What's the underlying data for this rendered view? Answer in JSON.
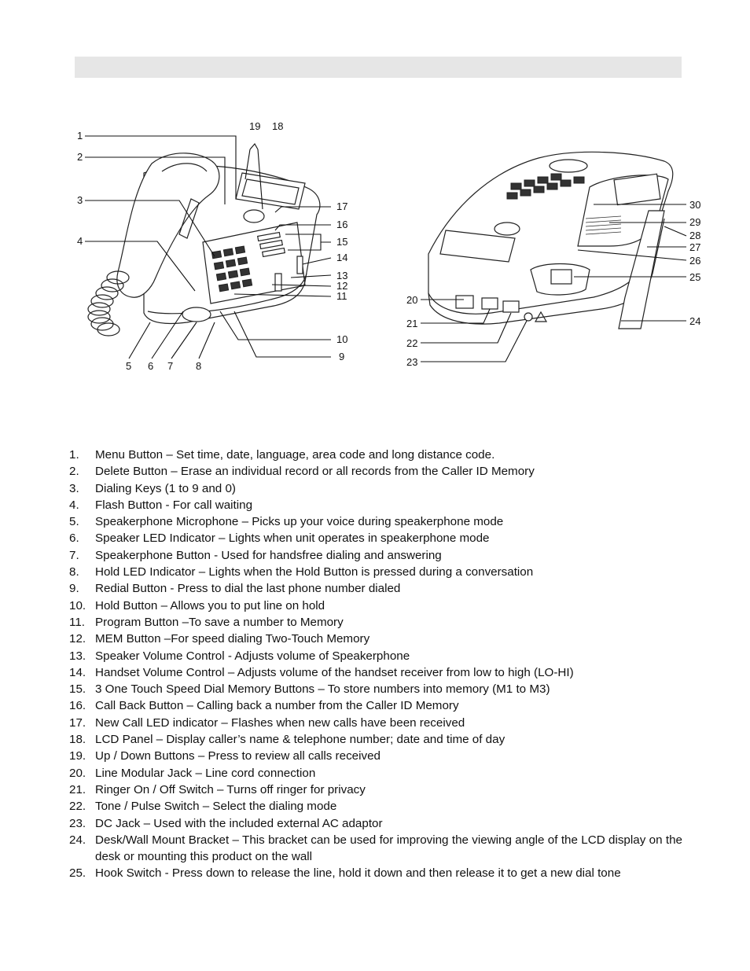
{
  "header": {
    "title": ""
  },
  "figures": {
    "front": {
      "labels": [
        "1",
        "2",
        "3",
        "4",
        "5",
        "6",
        "7",
        "8",
        "9",
        "10",
        "11",
        "12",
        "13",
        "14",
        "15",
        "16",
        "17",
        "18",
        "19"
      ]
    },
    "back": {
      "labels": [
        "20",
        "21",
        "22",
        "23",
        "24",
        "25",
        "26",
        "27",
        "28",
        "29",
        "30"
      ]
    }
  },
  "legend": [
    {
      "num": "1.",
      "text": "Menu Button – Set time, date, language, area code and long distance code."
    },
    {
      "num": "2.",
      "text": "Delete Button – Erase an individual record or all records from the Caller ID Memory"
    },
    {
      "num": "3.",
      "text": "Dialing Keys (1 to 9 and 0)"
    },
    {
      "num": "4.",
      "text": "Flash Button - For call waiting"
    },
    {
      "num": "5.",
      "text": "Speakerphone Microphone – Picks up your voice during speakerphone mode"
    },
    {
      "num": "6.",
      "text": "Speaker LED Indicator – Lights when unit operates in speakerphone mode"
    },
    {
      "num": "7.",
      "text": "Speakerphone Button - Used for handsfree dialing and answering"
    },
    {
      "num": "8.",
      "text": "Hold LED Indicator – Lights when the Hold Button is pressed during a conversation"
    },
    {
      "num": "9.",
      "text": "Redial Button - Press to dial the last phone number dialed"
    },
    {
      "num": "10.",
      "text": "Hold Button – Allows you to put line on hold"
    },
    {
      "num": "11.",
      "text": "Program Button –To save a number to Memory"
    },
    {
      "num": "12.",
      "text": "MEM Button –For speed dialing Two-Touch Memory"
    },
    {
      "num": "13.",
      "text": "Speaker Volume Control - Adjusts volume of Speakerphone"
    },
    {
      "num": "14.",
      "text": "Handset Volume Control – Adjusts volume of the handset receiver from low to high (LO-HI)"
    },
    {
      "num": "15.",
      "text": "3 One Touch Speed Dial Memory Buttons – To store numbers into memory (M1 to M3)"
    },
    {
      "num": "16.",
      "text": "Call Back Button – Calling back a number from the Caller ID Memory"
    },
    {
      "num": "17.",
      "text": "New Call LED indicator – Flashes when new calls have been received"
    },
    {
      "num": "18.",
      "text": "LCD Panel – Display caller’s name & telephone number; date and time of day"
    },
    {
      "num": "19.",
      "text": "Up / Down Buttons – Press to review all calls received"
    },
    {
      "num": "20.",
      "text": "Line Modular Jack – Line cord connection"
    },
    {
      "num": "21.",
      "text": "Ringer On / Off Switch – Turns off ringer for privacy"
    },
    {
      "num": "22.",
      "text": "Tone / Pulse Switch – Select the dialing mode"
    },
    {
      "num": "23.",
      "text": "DC Jack – Used with the included external AC adaptor"
    },
    {
      "num": "24.",
      "text": "Desk/Wall Mount Bracket – This bracket can be used for improving the viewing angle of the LCD display on the desk or mounting this product on the wall"
    },
    {
      "num": "25.",
      "text": "Hook Switch - Press down to release the line, hold it down and then release it to get a new dial tone"
    }
  ]
}
